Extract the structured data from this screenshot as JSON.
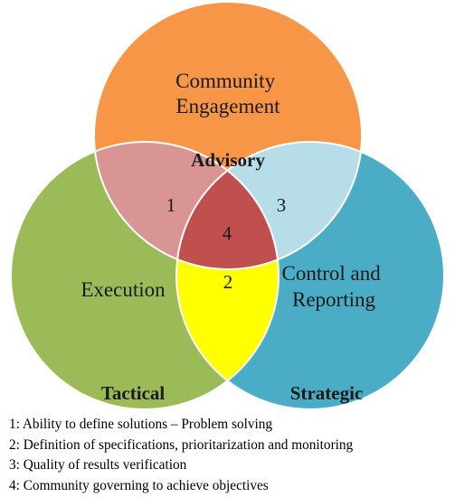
{
  "circles": {
    "top": {
      "title_lines": [
        "Community",
        "Engagement"
      ],
      "role": "Advisory",
      "color": "#f79646"
    },
    "left": {
      "title_lines": [
        "Execution"
      ],
      "role": "Tactical",
      "color": "#9bbb59"
    },
    "right": {
      "title_lines": [
        "Control and",
        "Reporting"
      ],
      "role": "Strategic",
      "color": "#4bacc6"
    }
  },
  "intersections": {
    "top_left": {
      "number": "1",
      "color": "#d99594"
    },
    "top_right": {
      "number": "3",
      "color": "#b7dde8"
    },
    "left_right": {
      "number": "2",
      "color": "#ffff00"
    },
    "center": {
      "number": "4",
      "color": "#c0504d"
    }
  },
  "stroke_color": "#ffffff",
  "legend": [
    "1: Ability to define solutions – Problem solving",
    "2: Definition of specifications, prioritarization and monitoring",
    "3: Quality of results verification",
    "4: Community governing to achieve objectives"
  ]
}
